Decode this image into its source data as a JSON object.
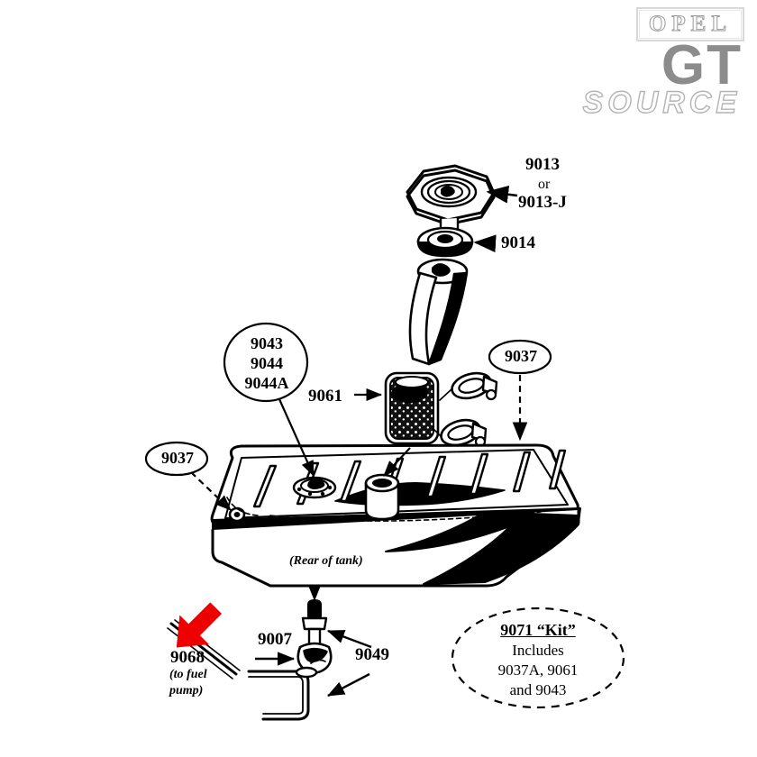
{
  "brand": {
    "opel": "OPEL",
    "gt": "GT",
    "source": "SOURCE"
  },
  "diagram": {
    "title": "Opel GT fuel tank exploded parts diagram",
    "note_rear_of_tank": "(Rear of tank)",
    "highlight_arrow_color": "#ee0000"
  },
  "labels": {
    "cap": {
      "number": "9013",
      "conjunction": "or",
      "alt_number": "9013-J"
    },
    "gasket": {
      "number": "9014"
    },
    "sender_oval": {
      "line1": "9043",
      "line2": "9044",
      "line3": "9044A"
    },
    "filter_neck": {
      "number": "9061"
    },
    "clamp_left": {
      "number": "9037"
    },
    "clamp_right": {
      "number": "9037"
    },
    "hose": {
      "number": "9068",
      "note_line1": "(to fuel",
      "note_line2": "pump)"
    },
    "inline_filter": {
      "number": "9007"
    },
    "tube": {
      "number": "9049"
    }
  },
  "kit": {
    "title": "9071 “Kit”",
    "line1": "Includes",
    "line2": "9037A, 9061",
    "line3": "and 9043"
  }
}
